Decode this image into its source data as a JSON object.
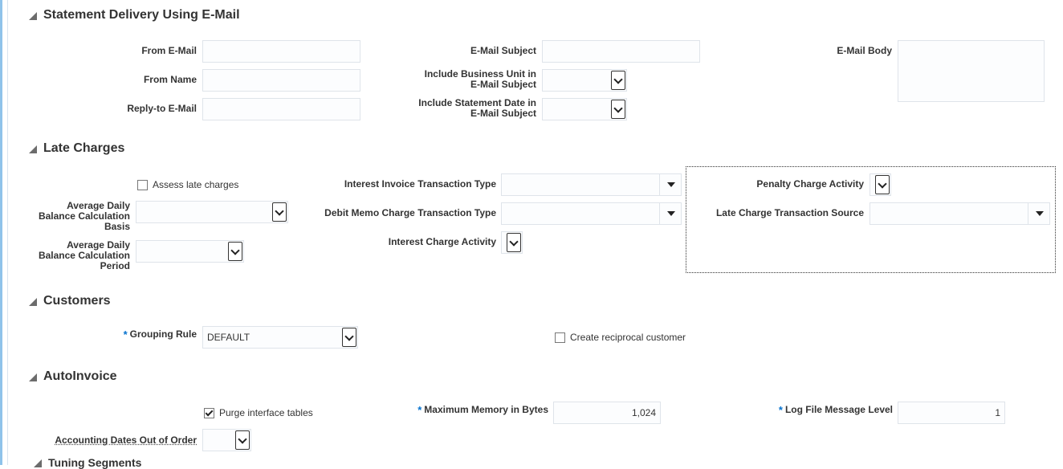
{
  "sections": {
    "statement_delivery": {
      "title": "Statement Delivery Using E-Mail",
      "from_email_label": "From E-Mail",
      "from_name_label": "From Name",
      "reply_to_label": "Reply-to E-Mail",
      "email_subject_label": "E-Mail Subject",
      "include_bu_label_1": "Include Business Unit in",
      "include_bu_label_2": "E-Mail Subject",
      "include_date_label_1": "Include Statement Date in",
      "include_date_label_2": "E-Mail Subject",
      "email_body_label": "E-Mail Body"
    },
    "late_charges": {
      "title": "Late Charges",
      "assess_late_charges_label": "Assess late charges",
      "avg_daily_basis_label_1": "Average Daily",
      "avg_daily_basis_label_2": "Balance Calculation",
      "avg_daily_basis_label_3": "Basis",
      "avg_daily_period_label_1": "Average Daily",
      "avg_daily_period_label_2": "Balance Calculation",
      "avg_daily_period_label_3": "Period",
      "interest_invoice_type_label": "Interest Invoice Transaction Type",
      "debit_memo_type_label": "Debit Memo Charge Transaction Type",
      "interest_charge_activity_label": "Interest Charge Activity",
      "penalty_charge_activity_label": "Penalty Charge Activity",
      "late_charge_source_label": "Late Charge Transaction Source"
    },
    "customers": {
      "title": "Customers",
      "grouping_rule_label": "Grouping Rule",
      "grouping_rule_value": "DEFAULT",
      "create_reciprocal_label": "Create reciprocal customer"
    },
    "autoinvoice": {
      "title": "AutoInvoice",
      "purge_label": "Purge interface tables",
      "max_memory_label": "Maximum Memory in Bytes",
      "max_memory_value": "1,024",
      "log_level_label": "Log File Message Level",
      "log_level_value": "1",
      "accounting_dates_label": "Accounting Dates Out of Order"
    },
    "tuning": {
      "title": "Tuning Segments"
    }
  },
  "required_marker": "*"
}
